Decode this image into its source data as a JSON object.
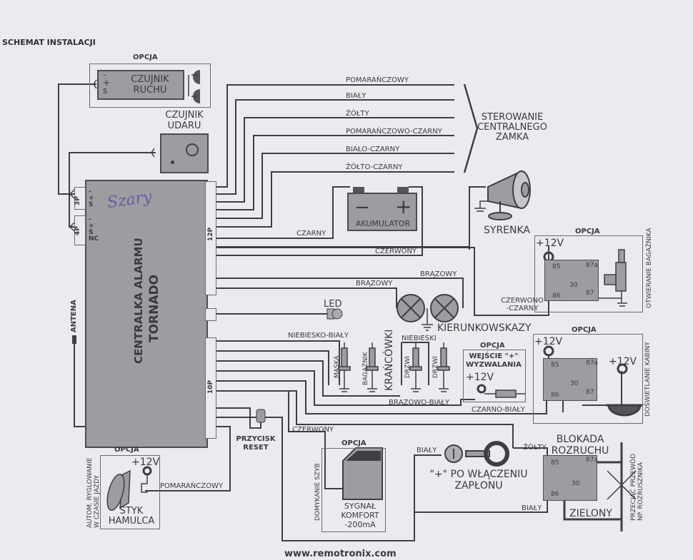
{
  "title": "SCHEMAT INSTALACJI",
  "footer": "www.remotronix.com",
  "handwritten_note": "Szary",
  "motion_sensor": {
    "option": "OPCJA",
    "label_line1": "CZUJNIK",
    "label_line2": "RUCHU",
    "pins": [
      "-",
      "+",
      "s"
    ]
  },
  "shock_sensor": {
    "label_line1": "CZUJNIK",
    "label_line2": "UDARU"
  },
  "central_unit": {
    "line1": "CENTRALKA ALARMU",
    "line2": "TORNADO",
    "connector_3p": "3P",
    "connector_4p": "4P",
    "connector_12p": "12P",
    "connector_10p": "10P",
    "pins_3p": [
      "-",
      "+",
      "S"
    ],
    "pins_4p": [
      "-",
      "+",
      "S",
      "NC"
    ]
  },
  "antenna": "ANTENA",
  "central_lock": {
    "wires": [
      "POMARAŃCZOWY",
      "BIAŁY",
      "ŻÓŁTY",
      "POMARAŃCZOWO-CZARNY",
      "BIAŁO-CZARNY",
      "ŻÓŁTO-CZARNY"
    ],
    "label_line1": "STEROWANIE",
    "label_line2": "CENTRALNEGO",
    "label_line3": "ZAMKA"
  },
  "battery": {
    "label": "AKUMULATOR",
    "minus": "−",
    "plus": "+",
    "wire_black": "CZARNY",
    "wire_red": "CZERWONY"
  },
  "siren": {
    "label": "SYRENKA"
  },
  "turn_signals": {
    "label": "KIERUNKOWSKAZY",
    "wire1": "BRĄZOWY",
    "wire2": "BRĄZOWY"
  },
  "led": {
    "label": "LED"
  },
  "trunk_relay": {
    "option": "OPCJA",
    "voltage": "+12V",
    "title": "OTWIERANIE BAGAŻNIKA",
    "wire": "CZERWONO",
    "wire2": "-CZARNY",
    "p85": "85",
    "p86": "86",
    "p87a": "87a",
    "p87": "87",
    "p30": "30"
  },
  "cabin_relay": {
    "option": "OPCJA",
    "voltage": "+12V",
    "voltage2": "+12V",
    "title": "DOŚWIETLANIE KABINY",
    "p85": "85",
    "p86": "86",
    "p87a": "87a",
    "p87": "87",
    "p30": "30"
  },
  "limit_switches": {
    "label": "KRAŃCÓWKI",
    "wire_nb": "NIEBIESKO-BIAŁY",
    "wire_n": "NIEBIESKI",
    "wire_bb": "BRĄZOWO-BIAŁY",
    "switches": [
      "MASKA",
      "BAGAŻNIK",
      "DRZWI",
      "DRZWI"
    ]
  },
  "trigger_input": {
    "option": "OPCJA",
    "line1": "WEJŚCIE \"+\"",
    "line2": "WYZWALANIA",
    "voltage": "+12V",
    "wire": "CZARNO-BIAŁY"
  },
  "reset_button": {
    "line1": "PRZYCISK",
    "line2": "RESET"
  },
  "brake": {
    "option": "OPCJA",
    "voltage": "+12V",
    "side_line1": "AUTOM. RYGLOWANIE",
    "side_line2": "W CZASIE JAZDY",
    "line1": "STYK",
    "line2": "HAMULCA",
    "wire": "POMARAŃCZOWY"
  },
  "comfort": {
    "option": "OPCJA",
    "side": "DOMYKANIE SZYB",
    "wire": "CZERWONY",
    "line1": "SYGNAŁ",
    "line2": "KOMFORT",
    "line3": "-200mA"
  },
  "ignition": {
    "wire": "BIAŁY",
    "line1": "\"+\" PO WŁĄCZENIU",
    "line2": "ZAPŁONU"
  },
  "immobilizer": {
    "line1": "BLOKADA",
    "line2": "ROZRUCHU",
    "wire_yellow": "ŻÓŁTY",
    "wire_white": "BIAŁY",
    "wire_green": "ZIELONY",
    "cut_line1": "PRZECIĄĆ PRZEWÓD",
    "cut_line2": "NP. ROZRUSZNIKA",
    "p85": "85",
    "p86": "86",
    "p87a": "87a",
    "p30": "30"
  },
  "colors": {
    "wire": "#3e3e46",
    "component": "#9e9ca0",
    "paper": "#eceaf0",
    "ink": "#6a5aa8"
  }
}
